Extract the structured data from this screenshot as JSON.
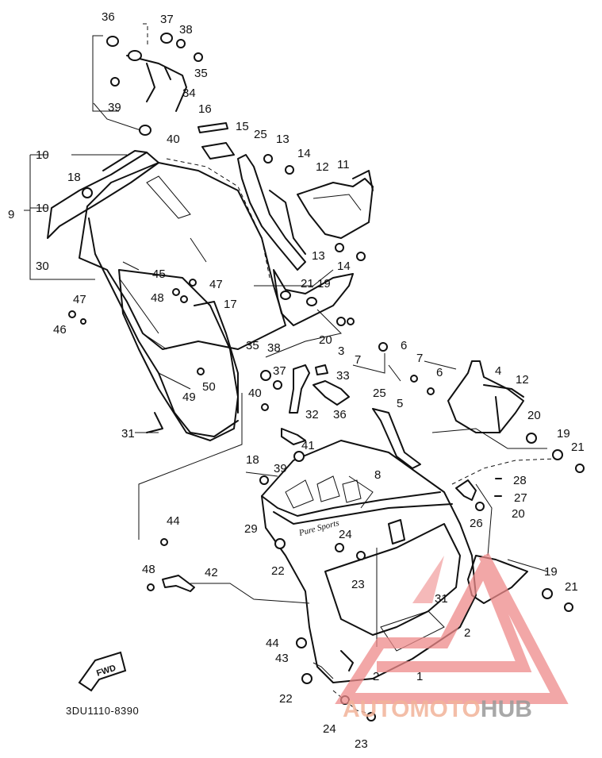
{
  "diagram": {
    "drawing_code": "3DU1110-8390",
    "fwd_label": "FWD",
    "decal_text": "Pure Sports",
    "watermark": {
      "part1": "AUTOMOTO",
      "part2": "HUB",
      "color1": "#f2b39a",
      "color2": "#9a9a9a",
      "logo_color": "#ee8a8a"
    },
    "callouts": [
      "1",
      "2",
      "3",
      "4",
      "5",
      "6",
      "7",
      "8",
      "9",
      "10",
      "11",
      "12",
      "13",
      "14",
      "15",
      "16",
      "17",
      "18",
      "19",
      "20",
      "21",
      "22",
      "23",
      "24",
      "25",
      "26",
      "27",
      "28",
      "29",
      "30",
      "31",
      "32",
      "33",
      "34",
      "35",
      "36",
      "37",
      "38",
      "39",
      "40",
      "41",
      "42",
      "43",
      "44",
      "45",
      "46",
      "47",
      "48",
      "49",
      "50"
    ]
  }
}
